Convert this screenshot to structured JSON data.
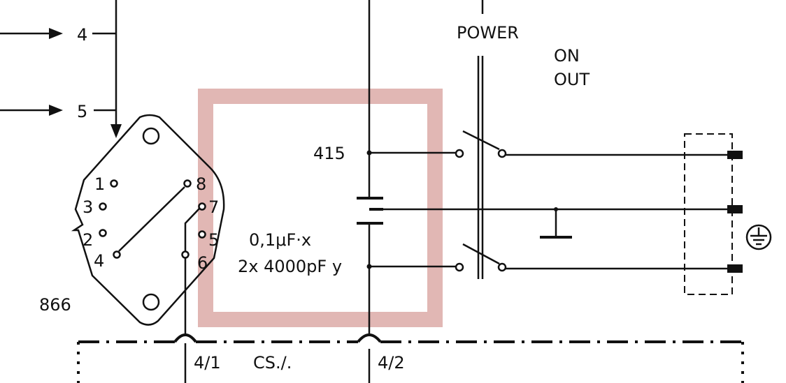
{
  "labels": {
    "input_4": "4",
    "input_5": "5",
    "part_866": "866",
    "pin_1": "1",
    "pin_2": "2",
    "pin_3": "3",
    "pin_4": "4",
    "pin_5": "5",
    "pin_6": "6",
    "pin_7": "7",
    "pin_8": "8",
    "node_415": "415",
    "cap_x": "0,1μF·x",
    "cap_y": "2x 4000pF y",
    "power": "POWER",
    "on": "ON",
    "out": "OUT",
    "conn_4_1": "4/1",
    "cs": "CS./.",
    "conn_4_2": "4/2"
  },
  "colors": {
    "ink": "#111111",
    "highlight": "#c97b76"
  },
  "icons": {
    "ground": "protective-earth-icon"
  }
}
